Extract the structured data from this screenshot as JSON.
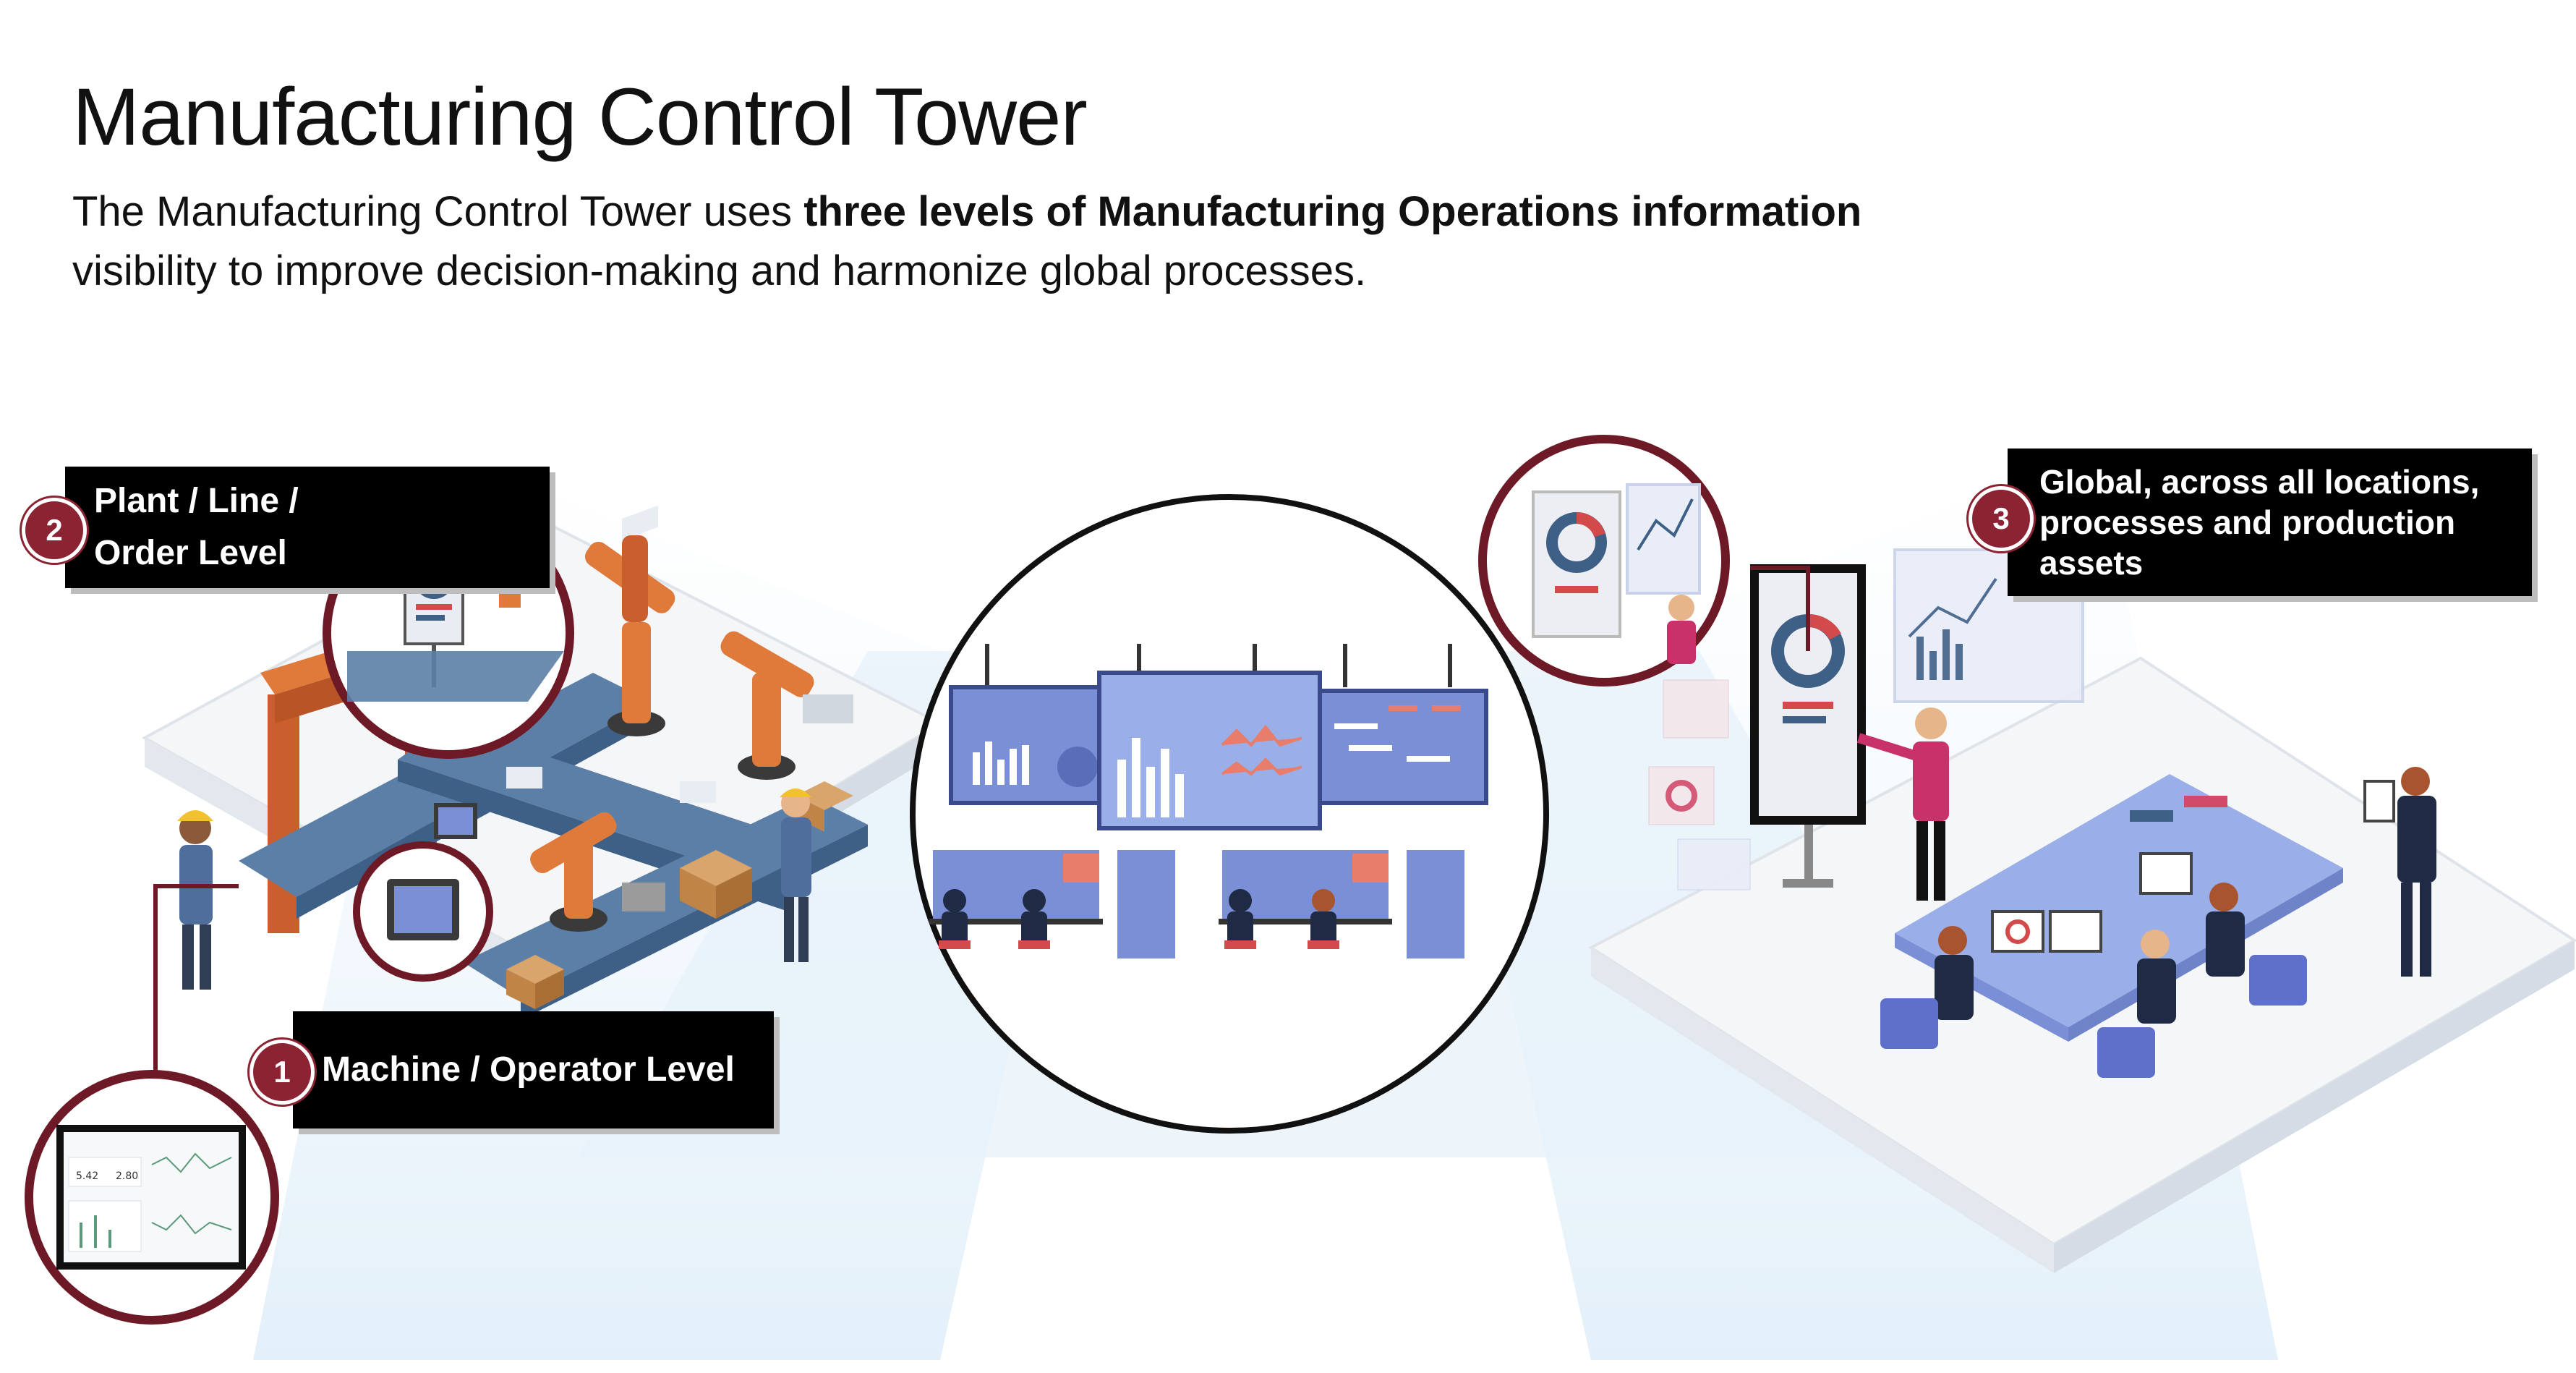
{
  "title": "Manufacturing Control Tower",
  "subtitle": {
    "part1": "The Manufacturing Control Tower uses ",
    "bold1": "three levels of Manufacturing Operations information",
    "part2": " visibility to improve decision-making and harmonize global processes."
  },
  "levels": [
    {
      "number": "1",
      "label": "Machine / Operator Level"
    },
    {
      "number": "2",
      "label_line1": "Plant / Line /",
      "label_line2": "Order Level"
    },
    {
      "number": "3",
      "label_line1": "Global, across all locations,",
      "label_line2": "processes and production",
      "label_line3": "assets"
    }
  ],
  "dashboard_small_values": {
    "v1": "5.42",
    "v2": "2.80"
  },
  "colors": {
    "accent": "#8b2332",
    "conveyor": "#5b7fa6",
    "robot": "#e07a3b",
    "screen_blue": "#7b8fd6",
    "table_blue": "#9aaee8"
  }
}
